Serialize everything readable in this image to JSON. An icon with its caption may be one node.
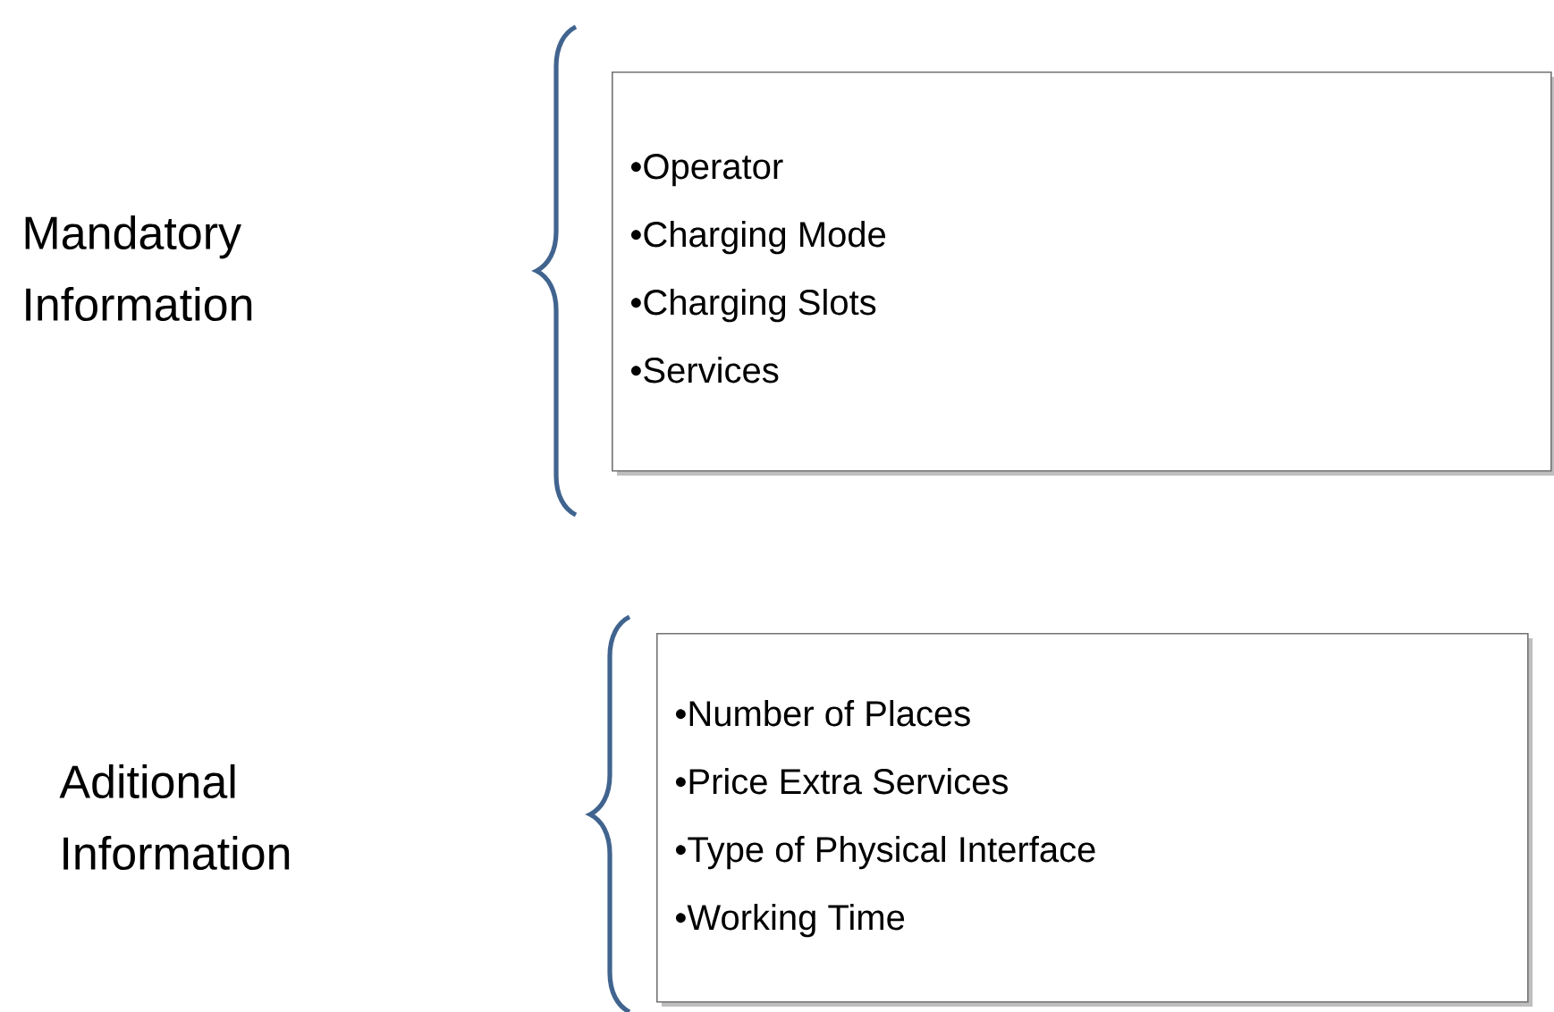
{
  "diagram": {
    "nodes": [
      {
        "text": [
          "•Operator",
          "•Charging Mode",
          "•Charging Slots",
          "•Services"
        ]
      },
      {
        "text": [
          "•Number of Places",
          "•Price Extra Services",
          "•Type of Physical Interface",
          "•Working Time"
        ]
      }
    ],
    "labels": [
      "Mandatory Information",
      "Aditional Information"
    ]
  }
}
